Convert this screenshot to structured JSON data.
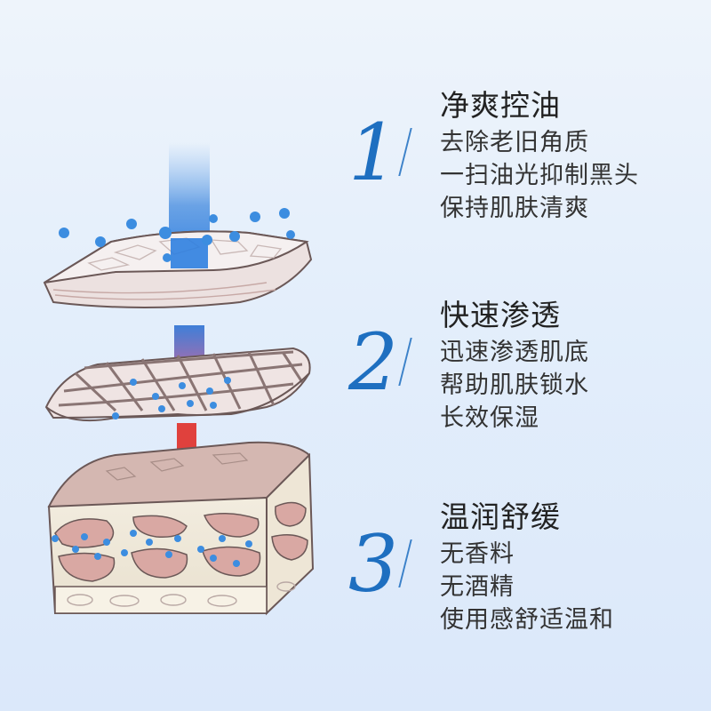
{
  "colors": {
    "accent": "#1e6fc0",
    "arrow_red": "#e0413d",
    "water_drop": "#3c8de0"
  },
  "features": [
    {
      "number": "1",
      "heading": "净爽控油",
      "lines": [
        "去除老旧角质",
        "一扫油光抑制黑头",
        "保持肌肤清爽"
      ]
    },
    {
      "number": "2",
      "heading": "快速渗透",
      "lines": [
        "迅速渗透肌底",
        "帮助肌肤锁水",
        "长效保湿"
      ]
    },
    {
      "number": "3",
      "heading": "温润舒缓",
      "lines": [
        "无香料",
        "无酒精",
        "使用感舒适温和"
      ]
    }
  ]
}
